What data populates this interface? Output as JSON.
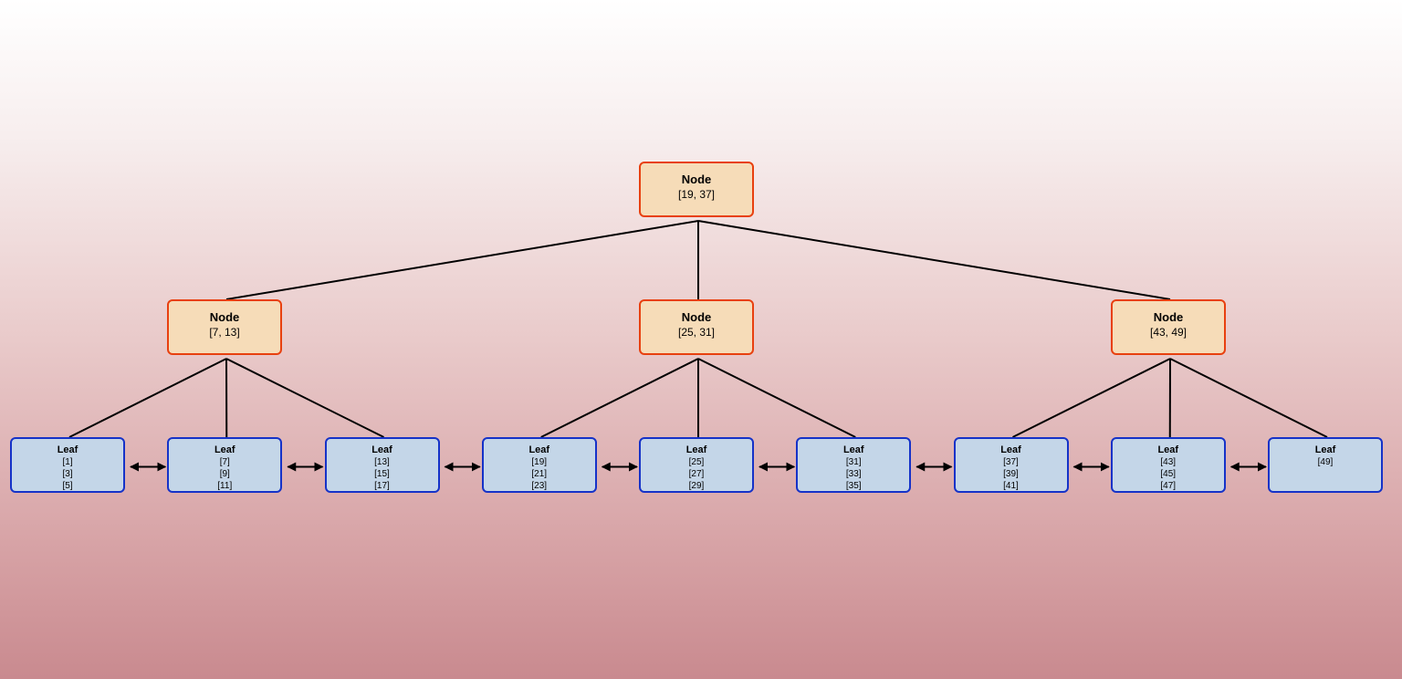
{
  "root": {
    "title": "Node",
    "keys": "[19, 37]"
  },
  "internal": [
    {
      "title": "Node",
      "keys": "[7, 13]"
    },
    {
      "title": "Node",
      "keys": "[25, 31]"
    },
    {
      "title": "Node",
      "keys": "[43, 49]"
    }
  ],
  "leaves": [
    {
      "title": "Leaf",
      "keys": [
        "[1]",
        "[3]",
        "[5]"
      ]
    },
    {
      "title": "Leaf",
      "keys": [
        "[7]",
        "[9]",
        "[11]"
      ]
    },
    {
      "title": "Leaf",
      "keys": [
        "[13]",
        "[15]",
        "[17]"
      ]
    },
    {
      "title": "Leaf",
      "keys": [
        "[19]",
        "[21]",
        "[23]"
      ]
    },
    {
      "title": "Leaf",
      "keys": [
        "[25]",
        "[27]",
        "[29]"
      ]
    },
    {
      "title": "Leaf",
      "keys": [
        "[31]",
        "[33]",
        "[35]"
      ]
    },
    {
      "title": "Leaf",
      "keys": [
        "[37]",
        "[39]",
        "[41]"
      ]
    },
    {
      "title": "Leaf",
      "keys": [
        "[43]",
        "[45]",
        "[47]"
      ]
    },
    {
      "title": "Leaf",
      "keys": [
        "[49]"
      ]
    }
  ],
  "colors": {
    "node_fill": "#f6dcb8",
    "node_border": "#e8400f",
    "leaf_fill": "#c4d6e8",
    "leaf_border": "#1532c8",
    "edge": "#000000"
  }
}
